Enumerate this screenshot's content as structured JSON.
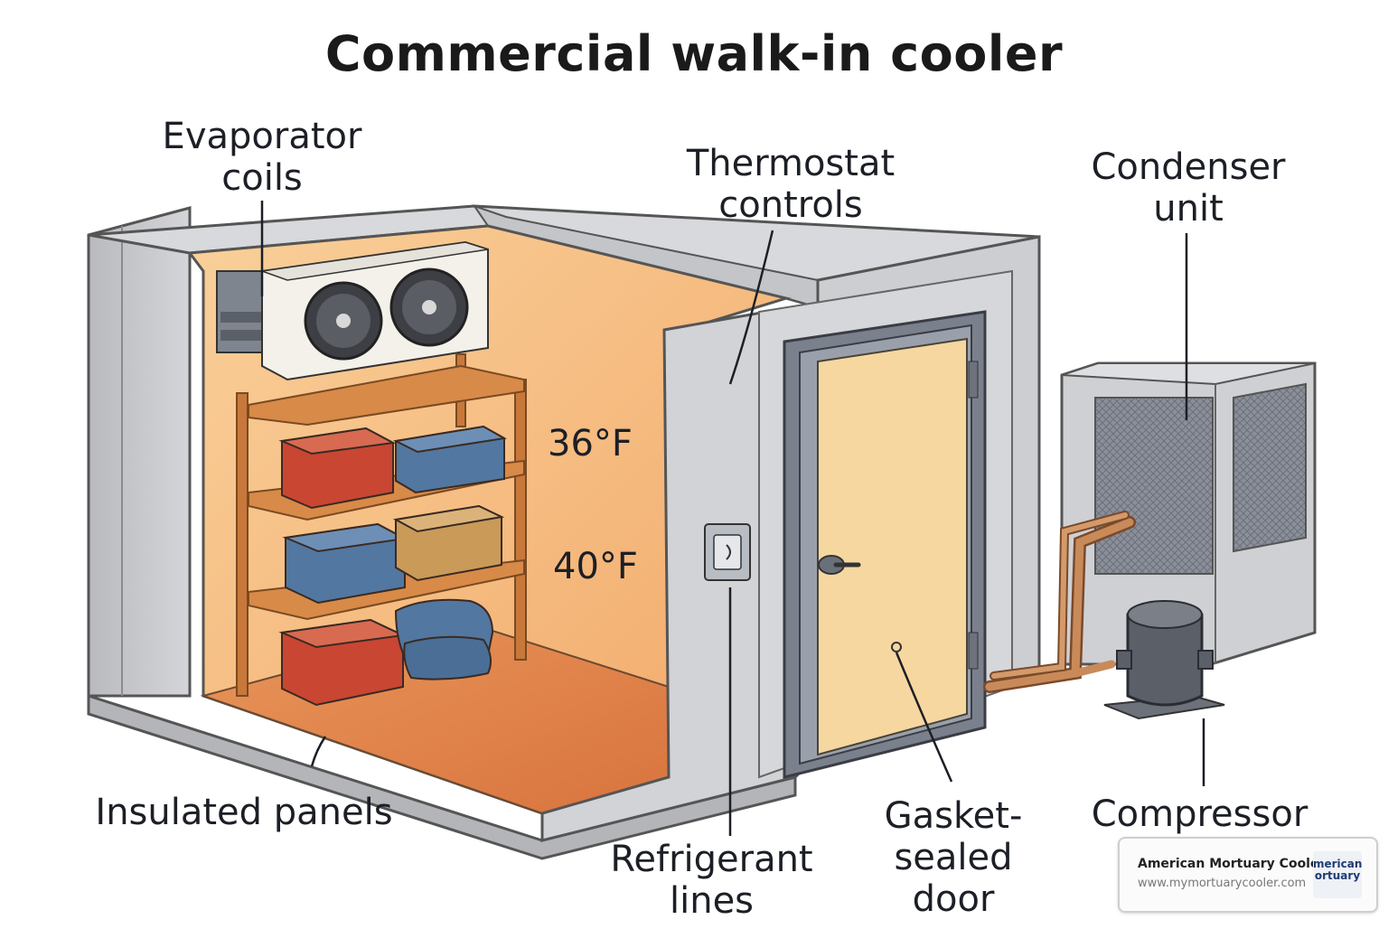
{
  "title": "Commercial walk-in cooler",
  "labels": {
    "evaporator": "Evaporator\ncoils",
    "thermostat": "Thermostat\ncontrols",
    "condenser": "Condenser\nunit",
    "insulated": "Insulated panels",
    "refrigerant": "Refrigerant\nlines",
    "door": "Gasket-\nsealed\ndoor",
    "compressor": "Compressor"
  },
  "temperatures": {
    "upper": "36°F",
    "lower": "40°F"
  },
  "watermark": {
    "company": "American Mortuary Coolers",
    "url": "www.mymortuarycooler.com",
    "logo_text": "merican\nortuary"
  },
  "colors": {
    "panel": "#c9cacd",
    "interior": "#f5b870",
    "floor": "#e0834a",
    "shelf": "#c8783a",
    "door": "#f6d7a0",
    "copper": "#c98a5a",
    "box_red": "#c94632",
    "box_blue": "#5277a0",
    "box_tan": "#c99a58"
  }
}
